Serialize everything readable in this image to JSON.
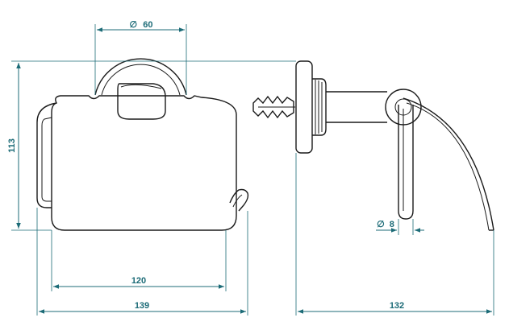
{
  "dimensions": {
    "diameter_top": {
      "symbol": "∅",
      "value": "60"
    },
    "height": {
      "value": "113"
    },
    "inner_width": {
      "value": "120"
    },
    "outer_width": {
      "value": "139"
    },
    "diameter_rod": {
      "symbol": "∅",
      "value": "8"
    },
    "depth": {
      "value": "132"
    }
  },
  "colors": {
    "dimension": "#1c6b77",
    "outline": "#1a1a1a",
    "background": "#ffffff"
  }
}
